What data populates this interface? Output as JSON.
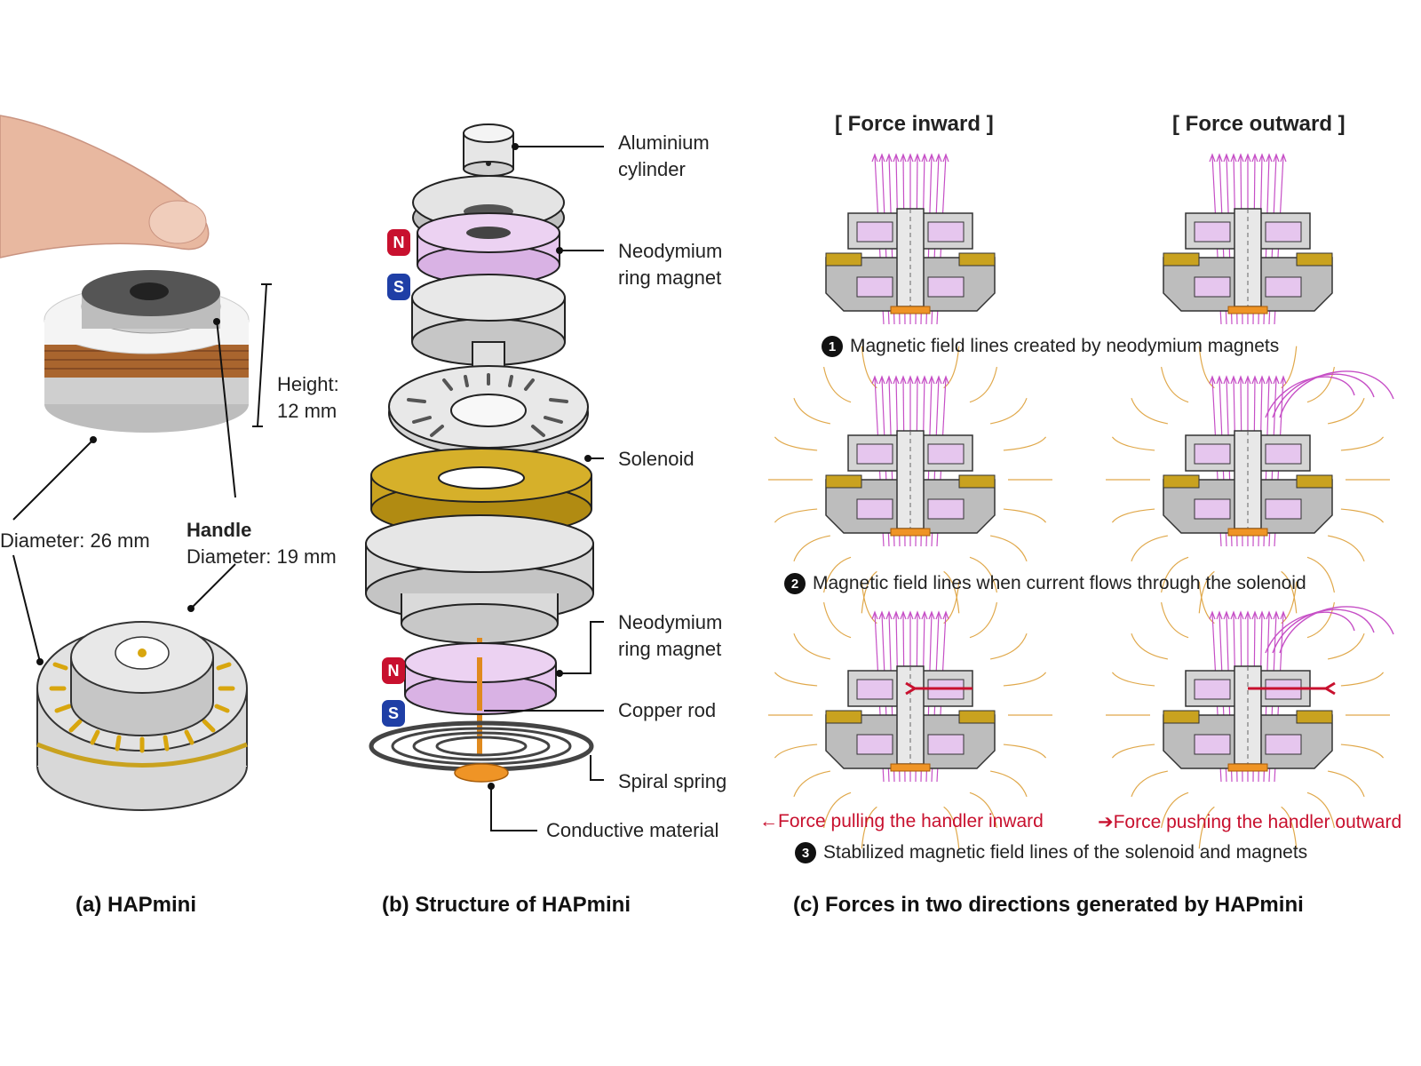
{
  "panel_a": {
    "caption": "(a) HAPmini",
    "labels": {
      "height_line1": "Height:",
      "height_line2": "12 mm",
      "diameter": "Diameter: 26 mm",
      "handle_line1": "Handle",
      "handle_line2": "Diameter: 19 mm"
    }
  },
  "panel_b": {
    "caption": "(b) Structure of HAPmini",
    "parts": {
      "cylinder_line1": "Aluminium",
      "cylinder_line2": "cylinder",
      "magnet1_line1": "Neodymium",
      "magnet1_line2": "ring magnet",
      "solenoid": "Solenoid",
      "magnet2_line1": "Neodymium",
      "magnet2_line2": "ring magnet",
      "copper_rod": "Copper rod",
      "spiral_spring": "Spiral spring",
      "conductive": "Conductive material"
    },
    "poles": {
      "north": "N",
      "south": "S"
    }
  },
  "panel_c": {
    "caption": "(c) Forces in two directions generated by HAPmini",
    "header_inward": "[ Force inward ]",
    "header_outward": "[ Force outward ]",
    "step1_num": "1",
    "step1": "Magnetic field lines created by neodymium magnets",
    "step2_num": "2",
    "step2": "Magnetic field lines when current flows through the solenoid",
    "step3_num": "3",
    "step3": "Stabilized magnetic field lines of the solenoid and magnets",
    "force_in": "←Force pulling the handler inward",
    "force_out": "➔Force pushing the handler outward"
  },
  "colors": {
    "magnet": "#e6c6ee",
    "solenoid": "#c9a21f",
    "body_grey": "#d4d4d4",
    "field_magenta": "#c64fc6",
    "field_orange": "#e0a84a",
    "force_red": "#c8102e",
    "pole_north": "#c8102e",
    "pole_south": "#1f3fa6"
  }
}
